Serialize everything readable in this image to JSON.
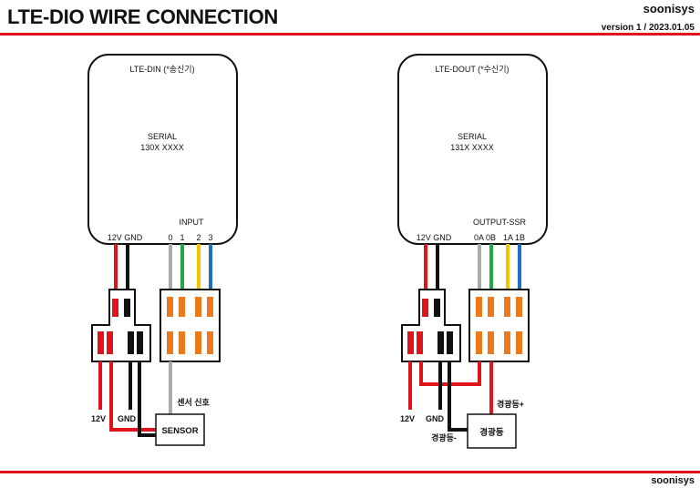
{
  "header": {
    "title": "LTE-DIO WIRE CONNECTION",
    "brand": "soonisys",
    "version": "version 1 / 2023.01.05"
  },
  "footer": {
    "brand": "soonisys"
  },
  "colors": {
    "accent_red": "#e0141b",
    "wire_red": "#e0141b",
    "wire_black": "#111111",
    "wire_gray": "#aaaaaa",
    "wire_green": "#22a845",
    "wire_yellow": "#f5c400",
    "wire_blue": "#1f6fc4",
    "terminal_orange": "#ec7a1c"
  },
  "left": {
    "device_name": "LTE-DIN (*송신기)",
    "serial_label": "SERIAL",
    "serial_value": "130X XXXX",
    "power_label": "12V GND",
    "group_label": "INPUT",
    "pins": [
      "0",
      "1",
      "2",
      "3"
    ],
    "wire_12v": "12V",
    "wire_gnd": "GND",
    "signal_label": "센서 신호",
    "device_box": "SENSOR"
  },
  "right": {
    "device_name": "LTE-DOUT (*수신기)",
    "serial_label": "SERIAL",
    "serial_value": "131X XXXX",
    "power_label": "12V GND",
    "group_label": "OUTPUT-SSR",
    "pins_a": "0A 0B",
    "pins_b": "1A 1B",
    "wire_12v": "12V",
    "wire_gnd": "GND",
    "lamp_minus": "경광등-",
    "lamp_plus": "경광등+",
    "device_box": "경광등"
  }
}
